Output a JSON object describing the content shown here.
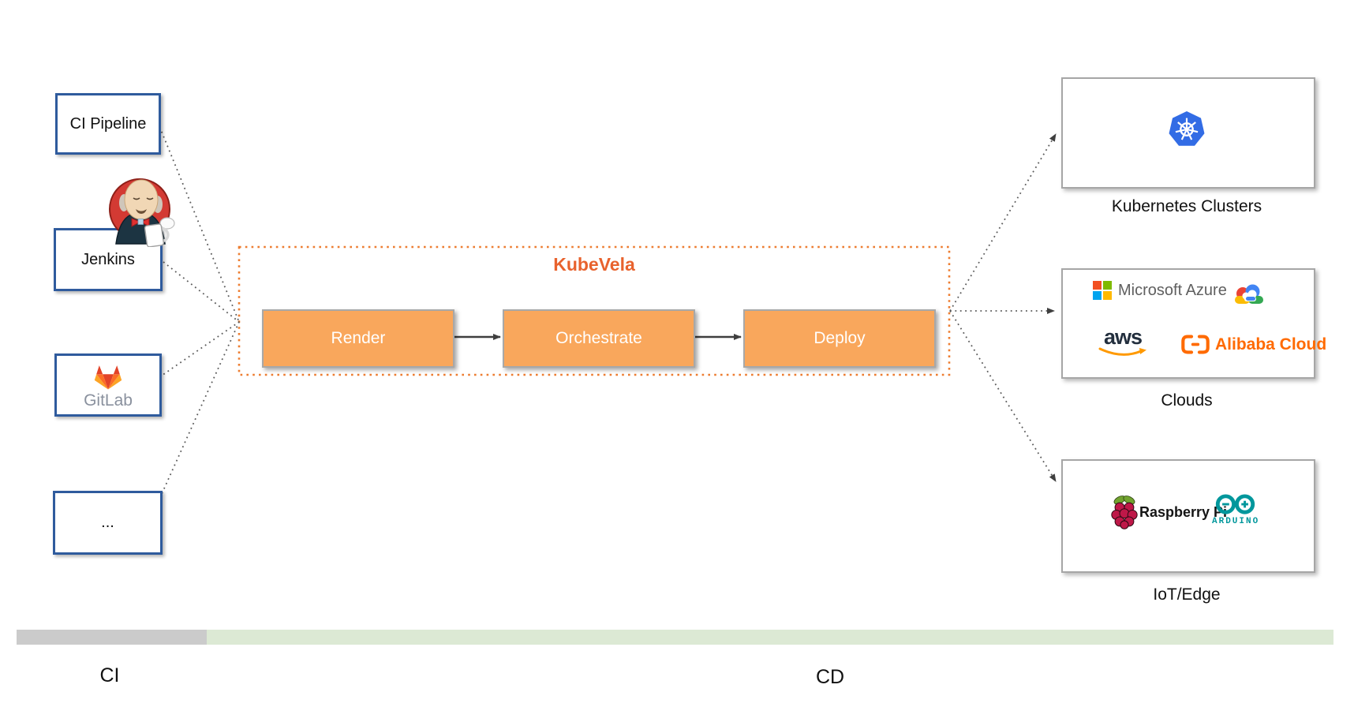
{
  "diagram": {
    "ci_sources": [
      {
        "label": "CI Pipeline"
      },
      {
        "label": "Jenkins",
        "icon": "jenkins-mascot-icon"
      },
      {
        "label": "GitLab",
        "icon": "gitlab-logo-icon"
      },
      {
        "label": "..."
      }
    ],
    "kubevela": {
      "title": "KubeVela",
      "steps": [
        {
          "label": "Render"
        },
        {
          "label": "Orchestrate"
        },
        {
          "label": "Deploy"
        }
      ]
    },
    "targets": [
      {
        "label": "Kubernetes Clusters",
        "icon": "kubernetes-logo-icon"
      },
      {
        "label": "Clouds",
        "icons": [
          "microsoft-azure-logo-icon",
          "google-cloud-logo-icon",
          "aws-logo-icon",
          "alibaba-cloud-logo-icon"
        ],
        "logos": {
          "azure": "Microsoft Azure",
          "aws": "aws",
          "alibaba": "Alibaba Cloud"
        }
      },
      {
        "label": "IoT/Edge",
        "icons": [
          "raspberry-pi-logo-icon",
          "arduino-logo-icon"
        ],
        "logos": {
          "raspberry": "Raspberry Pi",
          "arduino": "ARDUINO"
        }
      }
    ],
    "footer": {
      "ci": "CI",
      "cd": "CD"
    }
  },
  "colors": {
    "accent_orange": "#ED7D31",
    "kubevela_title": "#E8622D",
    "step_fill": "#F9A75C",
    "step_border": "#A8A8A8",
    "box_border_blue": "#2F5B9D",
    "target_border_gray": "#A6A6A6",
    "connector_gray": "#5B5B5B",
    "bar_gray": "#CBCBCB",
    "bar_green": "#DCE9D4",
    "kubernetes_blue": "#326CE5",
    "gitlab_orange": "#FC6D26",
    "gitlab_red": "#E24329",
    "gitlab_yellow": "#FCA326",
    "gitlab_text_gray": "#8A919E",
    "jenkins_red": "#D33A33",
    "ms_red": "#F25022",
    "ms_green": "#7FBA00",
    "ms_blue": "#00A4EF",
    "ms_yellow": "#FFB900",
    "azure_text_gray": "#5F5F5F",
    "google_blue": "#4285F4",
    "google_red": "#EA4335",
    "google_yellow": "#FBBC05",
    "google_green": "#34A853",
    "aws_navy": "#232F3E",
    "aws_orange": "#FF9900",
    "alibaba_orange": "#FF6A00",
    "raspberry_red": "#BE1848",
    "raspberry_leaf_green": "#71A32F",
    "arduino_teal": "#00979C"
  }
}
